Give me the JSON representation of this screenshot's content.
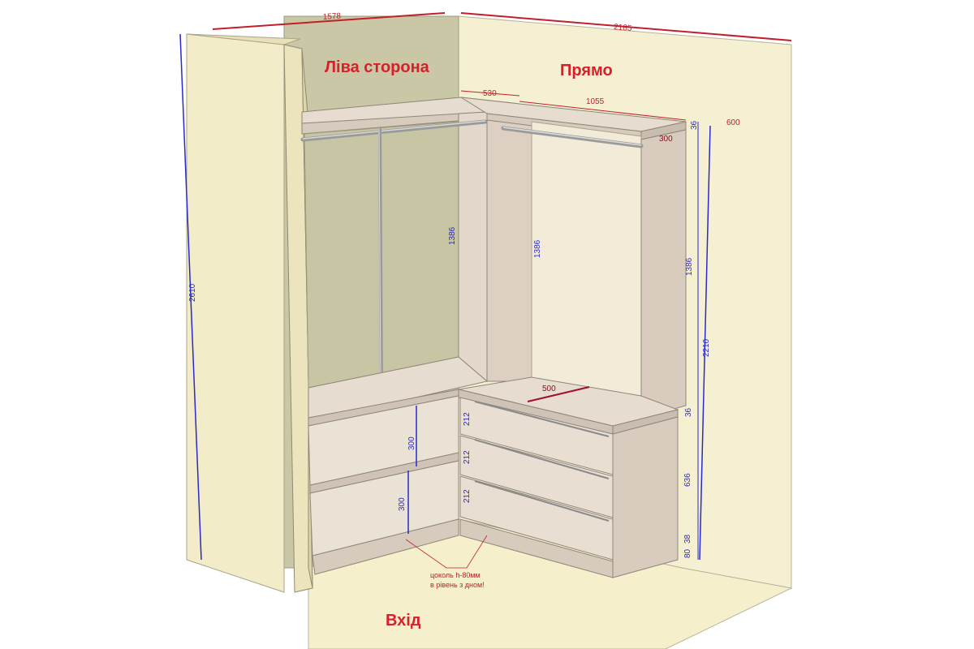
{
  "labels": {
    "left_side": "Ліва сторона",
    "straight": "Прямо",
    "entrance": "Вхід"
  },
  "dimensions": {
    "width_left": "1578",
    "width_right": "2185",
    "height_total": "2610",
    "shelf_depth_left": "530",
    "shelf_width_right": "1055",
    "top_thickness": "36",
    "wall_depth": "600",
    "shelf_depth_right": "300",
    "hang_height_left": "1386",
    "hang_height_mid": "1386",
    "hang_height_right": "1386",
    "height_to_top": "2210",
    "dresser_depth": "500",
    "dresser_top": "36",
    "drawer_1": "212",
    "drawer_2": "212",
    "drawer_3": "212",
    "dresser_height": "636",
    "plinth_board": "38",
    "plinth_height": "80",
    "shelf_gap_1": "300",
    "shelf_gap_2": "300"
  },
  "notes": {
    "plinth_line1": "цоколь h-80мм",
    "plinth_line2": "в рівень з дном!"
  },
  "colors": {
    "wall": "#f5f0d2",
    "wall_shade": "#ece4bc",
    "panel": "#e3d6ca",
    "panel_dark": "#c9bcb0",
    "back_wall_left": "#c9c7a6",
    "label_red": "#d8202a",
    "dim_blue": "#2a2ac8"
  }
}
